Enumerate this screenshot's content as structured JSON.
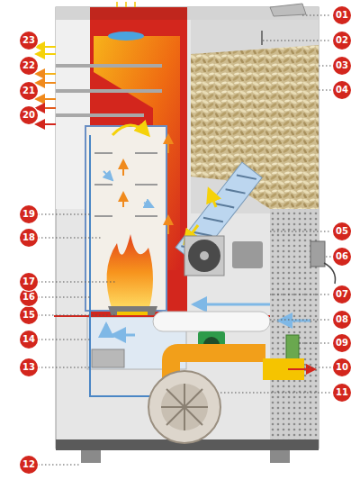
{
  "diagram": {
    "labels": [
      "01",
      "02",
      "03",
      "04",
      "05",
      "06",
      "07",
      "08",
      "09",
      "10",
      "11",
      "12",
      "13",
      "14",
      "15",
      "16",
      "17",
      "18",
      "19",
      "20",
      "21",
      "22",
      "23"
    ]
  }
}
